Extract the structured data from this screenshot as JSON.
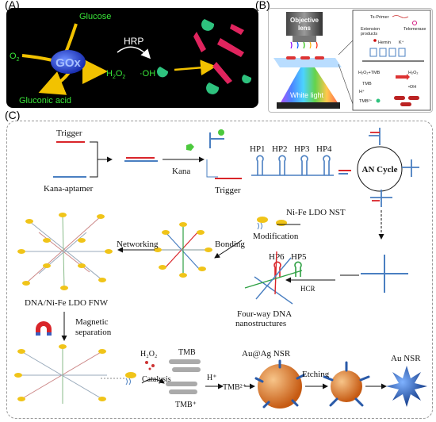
{
  "labels": {
    "a": "(A)",
    "b": "(B)",
    "c": "(C)"
  },
  "panel_a": {
    "glucose": "Glucose",
    "o2": "O",
    "o2_sub": "2",
    "gox": "GOx",
    "gluconic": "Gluconic acid",
    "hrp": "HRP",
    "h2o2": "H",
    "h2o2_sub1": "2",
    "h2o2_o": "O",
    "h2o2_sub2": "2",
    "oh": "·OH"
  },
  "panel_b": {
    "objective": "Objective",
    "lens": "lens",
    "white_light": "White light",
    "ts_primer": "Ts-Primer",
    "telomerase": "Telomerase",
    "extension1": "Extension",
    "extension2": "products",
    "hemin": "Hemin",
    "kplus": "K⁺",
    "h2o2_tmb": "H₂O₂+TMB",
    "tmb": "TMB",
    "hplus": "H⁺",
    "tmb2": "TMB²⁺",
    "h2o2_r": "H₂O₂",
    "oh_r": "•OH"
  },
  "panel_c": {
    "trigger": "Trigger",
    "kana_aptamer": "Kana-aptamer",
    "kana": "Kana",
    "trigger2": "Trigger",
    "hp1": "HP1",
    "hp2": "HP2",
    "hp3": "HP3",
    "hp4": "HP4",
    "an_cycle": "AN Cycle",
    "nife_nst": "Ni-Fe LDO NST",
    "modification": "Modification",
    "networking": "Networking",
    "bonding": "Bonding",
    "hp6": "HP6",
    "hp5": "HP5",
    "hcr": "HCR",
    "fnw": "DNA/Ni-Fe LDO FNW",
    "fourway1": "Four-way DNA",
    "fourway2": "nanostructures",
    "magnetic1": "Magnetic",
    "magnetic2": "separation",
    "h2o2_c": "H₂O₂",
    "tmb_c": "TMB",
    "catalysis": "Catalysis",
    "tmbplus": "TMB⁺",
    "hplus_c": "H⁺",
    "tmb2_c": "TMB²⁺",
    "auag": "Au@Ag NSR",
    "etching": "Etching",
    "aunsr": "Au NSR"
  },
  "colors": {
    "green_text": "#39e639",
    "red_strand": "#d9252a",
    "blue_strand": "#4a7fc1",
    "sphere": "#e07a2e",
    "dark_blue": "#1f4e9a"
  }
}
